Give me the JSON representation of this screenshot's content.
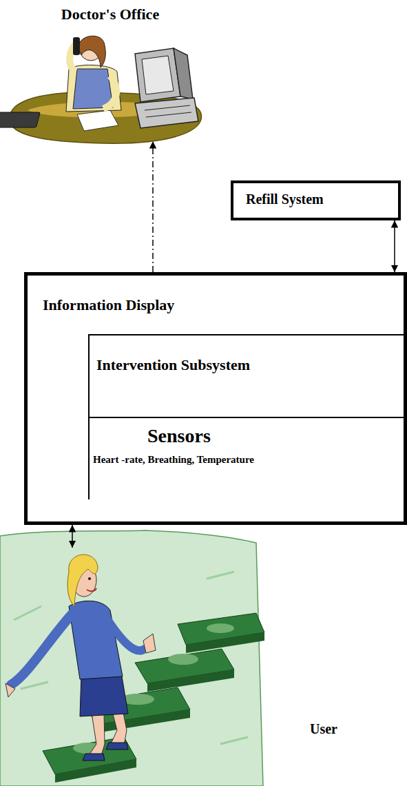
{
  "diagram": {
    "nodes": [
      {
        "text": [
          "Doctor's Office"
        ]
      },
      {
        "text": [
          "Refill System"
        ]
      },
      {
        "text": [
          "Information Display"
        ]
      },
      {
        "text": [
          "Intervention Subsystem"
        ],
        "in": 2
      },
      {
        "text": [
          "Sensors",
          "Heart -rate, Breathing, Temperature"
        ],
        "in": 2
      },
      {
        "text": [
          "User"
        ]
      }
    ],
    "edges": [
      {
        "from": 2,
        "to": 0,
        "arrow": "to"
      },
      {
        "from": 1,
        "to": 2,
        "arrow": "both"
      },
      {
        "from": 5,
        "to": 2,
        "arrow": "both"
      }
    ]
  }
}
